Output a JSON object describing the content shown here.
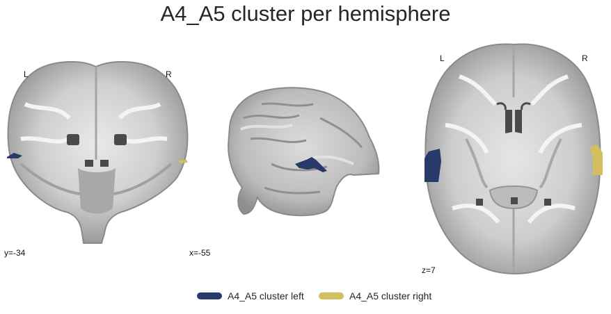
{
  "title": "A4_A5 cluster per hemisphere",
  "colors": {
    "left_cluster": "#283a69",
    "right_cluster": "#d4bf5e",
    "brain_dark": "#8f8f8f",
    "brain_mid": "#bdbdbd",
    "brain_light": "#e6e6e6",
    "ventricle": "#4a4a4a"
  },
  "views": {
    "coronal": {
      "left_label": "L",
      "right_label": "R",
      "coord": "y=-34"
    },
    "sagittal": {
      "coord": "x=-55"
    },
    "axial": {
      "left_label": "L",
      "right_label": "R",
      "coord": "z=7"
    }
  },
  "legend": [
    {
      "label": "A4_A5 cluster left",
      "color": "#283a69"
    },
    {
      "label": "A4_A5 cluster right",
      "color": "#d4bf5e"
    }
  ]
}
